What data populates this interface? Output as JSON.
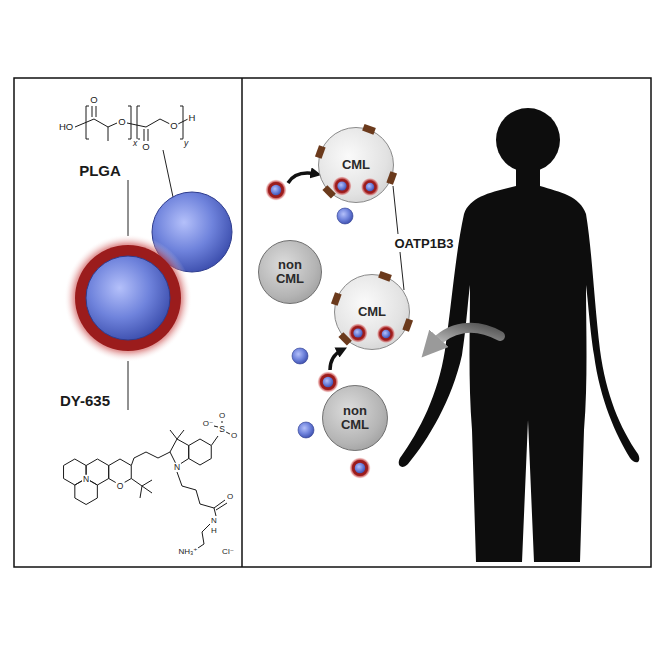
{
  "diagram": {
    "nodes": [
      {
        "text": [
          "CML"
        ]
      },
      {
        "text": [
          "non CML"
        ]
      },
      {
        "text": [
          "CML"
        ]
      },
      {
        "text": [
          "non CML"
        ]
      }
    ],
    "labels": [
      "PLGA",
      "DY-635",
      "OATP1B3",
      "HO",
      "O",
      "O",
      "x",
      "O",
      "O",
      "y",
      "H",
      "O",
      "S",
      "O",
      "O⁻",
      "N",
      "O",
      "N",
      "O",
      "N",
      "H",
      "NH₃⁺",
      "Cl⁻"
    ]
  }
}
